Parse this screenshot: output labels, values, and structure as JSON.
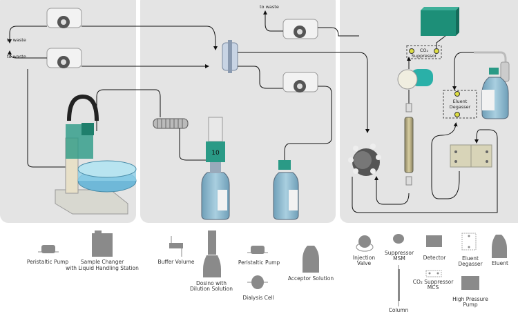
{
  "diagram": {
    "waste_label_1": "to waste",
    "waste_label_2": "to waste",
    "waste_label_3": "to waste",
    "dosino_number": "10",
    "co2_suppressor": {
      "line1": "CO₂",
      "line2": "Suppressor"
    },
    "eluent_degasser": {
      "line1": "Eluent",
      "line2": "Degasser"
    }
  },
  "legend": {
    "peristaltic_pump_1": "Peristaltic Pump",
    "sample_changer": {
      "line1": "Sample Changer",
      "line2": "with Liquid Handling Station"
    },
    "buffer_volume": "Buffer Volume",
    "dosino": {
      "line1": "Dosino with",
      "line2": "Dilution Solution"
    },
    "peristaltic_pump_2": "Peristaltic Pump",
    "dialysis_cell": "Dialysis Cell",
    "acceptor_solution": "Acceptor Solution",
    "injection_valve": {
      "line1": "Injection",
      "line2": "Valve"
    },
    "suppressor_msm": {
      "line1": "Suppressor",
      "line2": "MSM"
    },
    "column": "Column",
    "detector": "Detector",
    "co2_suppressor_mcs": {
      "line1": "CO₂ Suppressor",
      "line2": "MCS"
    },
    "eluent_degasser": {
      "line1": "Eluent",
      "line2": "Degasser"
    },
    "high_pressure_pump": {
      "line1": "High Pressure",
      "line2": "Pump"
    },
    "eluent": "Eluent"
  },
  "colors": {
    "panel": "#e4e4e4",
    "teal": "#1f8f7a",
    "bottle": "#8fb8cc",
    "legend_icon": "#8a8a8a"
  }
}
